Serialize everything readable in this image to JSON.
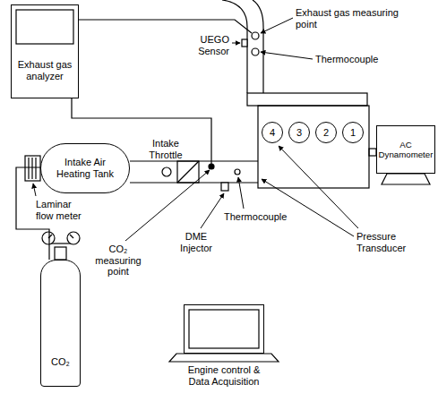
{
  "diagram": {
    "nodes": [
      {
        "text": [
          "Exhaust gas analyzer"
        ]
      },
      {
        "text": [
          "4"
        ]
      },
      {
        "text": [
          "3"
        ]
      },
      {
        "text": [
          "2"
        ]
      },
      {
        "text": [
          "1"
        ]
      },
      {
        "text": [
          "AC Dynamometer"
        ]
      },
      {
        "text": [
          "Intake Air Heating Tank"
        ]
      },
      {
        "text": [
          "CO₂"
        ]
      },
      {
        "text": [
          "Engine control & Data Acquisition"
        ]
      }
    ],
    "edges": [
      {
        "from": 7,
        "to": 6,
        "arrow": "none"
      }
    ],
    "labels": [
      "UEGO Sensor",
      "Exhaust gas measuring point",
      "Thermocouple",
      "Intake Throttle",
      "Laminar flow meter",
      "DME Injector",
      "Thermocouple",
      "Pressure Transducer",
      "CO₂ measuring point"
    ]
  }
}
